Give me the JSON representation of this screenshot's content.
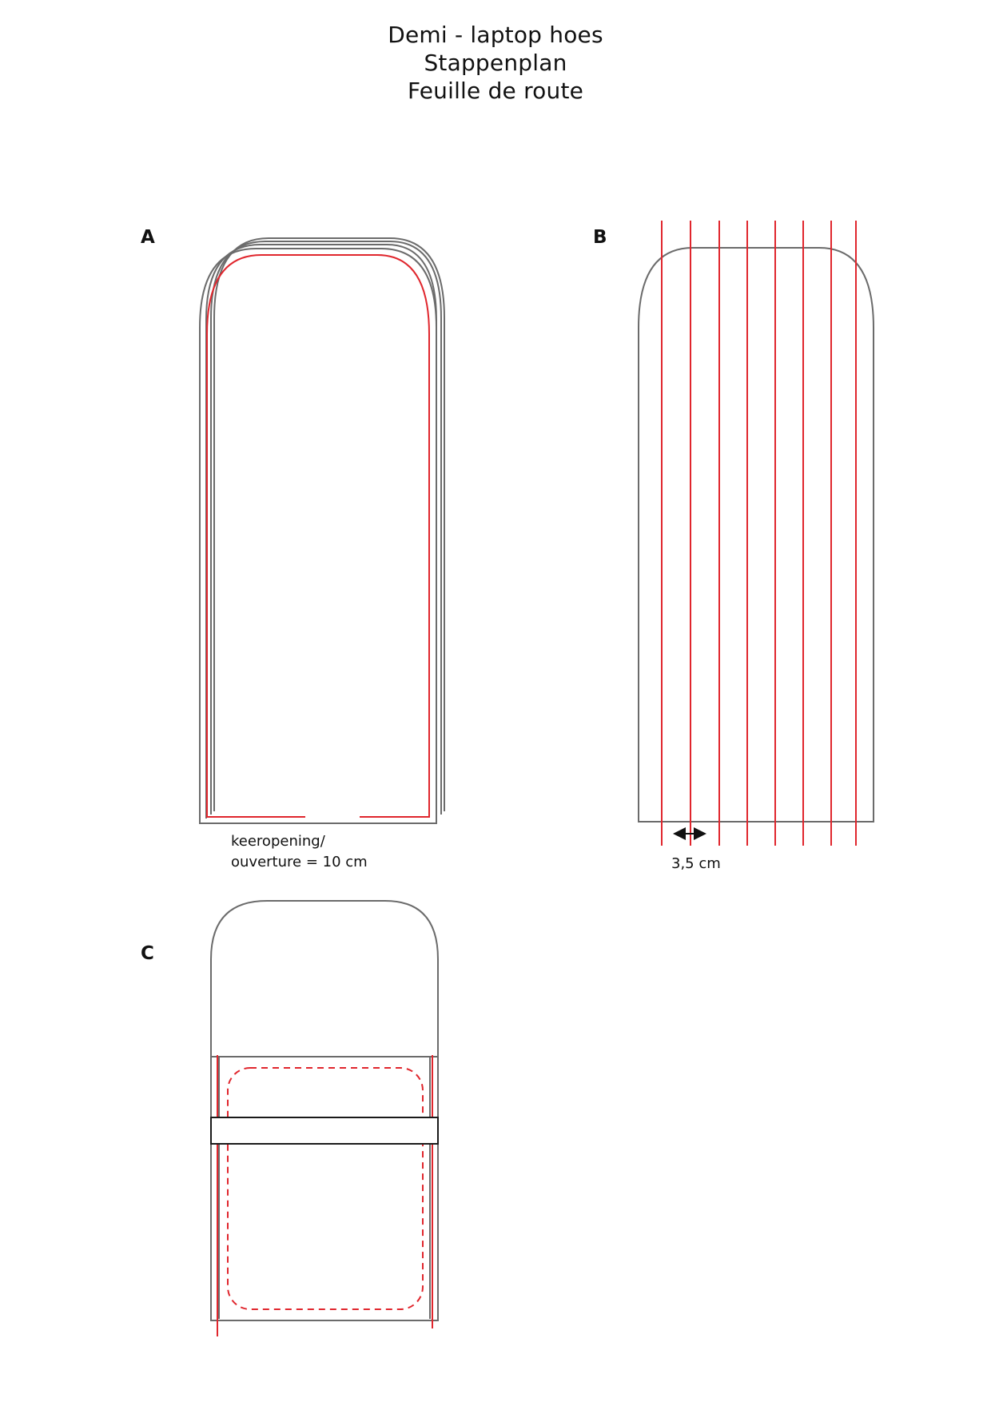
{
  "header": {
    "line1": "Demi - laptop hoes",
    "line2": "Stappenplan",
    "line3": "Feuille de route"
  },
  "steps": {
    "a": {
      "letter": "A",
      "note_line1": "keeropening/",
      "note_line2": "ouverture = 10 cm"
    },
    "b": {
      "letter": "B",
      "measure": "3,5 cm"
    },
    "c": {
      "letter": "C"
    }
  },
  "colors": {
    "outline": "#6b6b6b",
    "seam": "#e0262d",
    "strap": "#1a1a1a",
    "text": "#111111",
    "background": "#ffffff"
  }
}
